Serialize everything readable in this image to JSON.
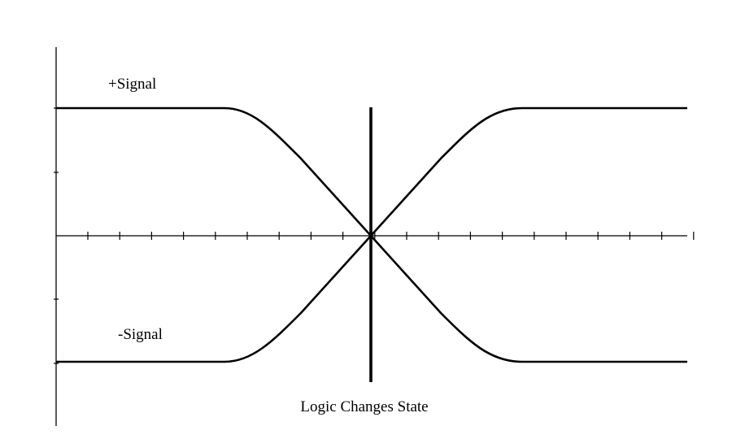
{
  "labels": {
    "positive_signal": "+Signal",
    "negative_signal": "-Signal",
    "crossover": "Logic Changes State"
  },
  "colors": {
    "stroke": "#000000",
    "background": "#ffffff"
  }
}
